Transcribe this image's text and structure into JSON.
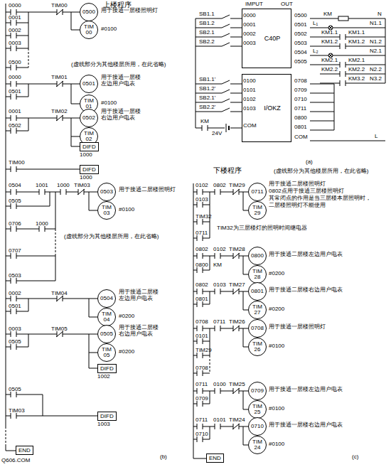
{
  "diagram": {
    "nodes": [
      {
        "text": [
          "0500"
        ]
      },
      {
        "text": [
          "TIM 00"
        ]
      },
      {
        "text": [
          "0501"
        ]
      },
      {
        "text": [
          "TIM 01"
        ]
      },
      {
        "text": [
          "0502"
        ]
      },
      {
        "text": [
          "TIM 02"
        ]
      },
      {
        "text": [
          "DIFD",
          "1000"
        ]
      },
      {
        "text": [
          "DIFD",
          "1000"
        ]
      },
      {
        "text": [
          "0503"
        ]
      },
      {
        "text": [
          "TIM 03"
        ]
      },
      {
        "text": [
          "0504"
        ]
      },
      {
        "text": [
          "TIM 04"
        ]
      },
      {
        "text": [
          "0505"
        ]
      },
      {
        "text": [
          "TIM 05"
        ]
      },
      {
        "text": [
          "DIFD",
          "1002"
        ]
      },
      {
        "text": [
          "DIFD",
          "1003"
        ]
      },
      {
        "text": [
          "END"
        ]
      },
      {
        "text": [
          "C40P"
        ]
      },
      {
        "text": [
          "I/OKZ"
        ]
      },
      {
        "text": [
          "0711"
        ]
      },
      {
        "text": [
          "TIM 29"
        ]
      },
      {
        "text": [
          "0800"
        ]
      },
      {
        "text": [
          "TIM 28"
        ]
      },
      {
        "text": [
          "0801"
        ]
      },
      {
        "text": [
          "TIM 27"
        ]
      },
      {
        "text": [
          "0708"
        ]
      },
      {
        "text": [
          "TIM 26"
        ]
      },
      {
        "text": [
          "0709"
        ]
      },
      {
        "text": [
          "TIM 25"
        ]
      },
      {
        "text": [
          "0710"
        ]
      },
      {
        "text": [
          "TIM 24"
        ]
      },
      {
        "text": [
          "END"
        ]
      }
    ],
    "labels": [
      "上楼程序",
      "0000",
      "TIM00",
      "用于接通一层楼照明灯",
      "0001",
      "#0100",
      "0002",
      "0003",
      "0500",
      "(虚线部分为其他楼层所用，在此省略)",
      "0000",
      "TIM01",
      "用于接通一层楼 左边用户电表",
      "0501",
      "#0100",
      "0001",
      "TIM02",
      "用于接通一层楼 右边用户电表",
      "0502",
      "TIM00",
      "0504",
      "1001",
      "1000",
      "TIM03",
      "用于接通二层楼照明灯",
      "0505",
      "#0100",
      "0706",
      "1000",
      "(虚线部分为其他楼层所用，在此省略)",
      "0707",
      "0503",
      "0002",
      "TIM04",
      "用于接通二层楼 左边用户电表",
      "0501",
      "#0200",
      "0003",
      "TIM05",
      "用于接通二层楼 右边用户电表",
      "0505",
      "#0200",
      "0505",
      "TIM03",
      "(b)",
      "Q606.COM",
      "IMPUT",
      "OUT",
      "SB1.1",
      "SB1.2",
      "SB2.1",
      "SB2.2",
      "0000",
      "0001",
      "0002",
      "0003",
      "0500",
      "0501",
      "0502",
      "0503",
      "0504",
      "0505",
      "KM",
      "N",
      "L₁",
      "N1.1",
      "KM1.1",
      "KM1.1",
      "KM1.2",
      "KM1.2",
      "N1.2",
      "L₂",
      "N2.1",
      "KM2.1",
      "KM2.1",
      "KM2.2",
      "KM2.2",
      "N2.2",
      "KM3.2",
      "N3.2",
      "SB1.1'",
      "SB1.2'",
      "SB2.1'",
      "SB2.2'",
      "0100",
      "0101",
      "0102",
      "0103",
      "KM",
      "24V",
      "COM",
      "0708",
      "0709",
      "0710",
      "0711",
      "0800",
      "0801",
      "COM",
      "L",
      "(a)",
      "下楼程序",
      "(虚线部分为其他楼层所用，在此省略)",
      "0102",
      "0802",
      "TIM29",
      "用于接通二层楼照明灯",
      "0802点用于接通三层楼照明灯",
      "其常闭点的作用是当三层楼本层照明时，",
      "二层楼照明灯不能使用",
      "0103",
      "TIM32",
      "TIM32为三层楼灯的照明时间继电器",
      "0711",
      "0802",
      "0102",
      "TIM28",
      "用于接通二层楼左边用户电表",
      "KM",
      "0800",
      "#0200",
      "0802",
      "0103",
      "TIM27",
      "用于接通二层楼右边用户电表",
      "0801",
      "#0200",
      "0708",
      "0711",
      "TIM26",
      "用于接通一层楼照明灯",
      "0101",
      "#0100",
      "TIM29",
      "0708",
      "0711",
      "0100",
      "TIM25",
      "用于接通一层楼左边用户电表",
      "0709",
      "#0100",
      "0711",
      "0101",
      "TIM24",
      "用于接通一层楼右边用户电表",
      "0710",
      "#0100",
      "(c)"
    ]
  }
}
